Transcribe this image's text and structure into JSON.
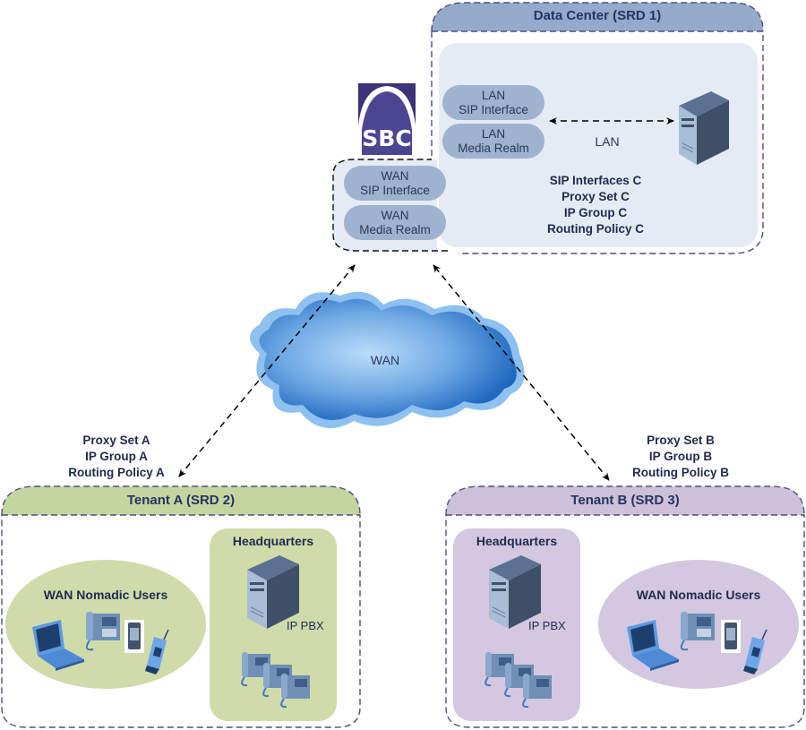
{
  "data_center": {
    "title": "Data Center (SRD 1)",
    "lan_sip_interface": [
      "LAN",
      "SIP Interface"
    ],
    "lan_media_realm": [
      "LAN",
      "Media Realm"
    ],
    "lan_link_label": "LAN",
    "config_labels": [
      "SIP Interfaces C",
      "Proxy Set C",
      "IP Group C",
      "Routing Policy C"
    ]
  },
  "sbc": {
    "logo_text": "SBC",
    "wan_sip_interface": [
      "WAN",
      "SIP Interface"
    ],
    "wan_media_realm": [
      "WAN",
      "Media Realm"
    ]
  },
  "wan_cloud": {
    "label": "WAN"
  },
  "tenant_a": {
    "title": "Tenant A (SRD 2)",
    "config_labels": [
      "Proxy Set A",
      "IP Group A",
      "Routing Policy A"
    ],
    "nomadic_title": "WAN Nomadic Users",
    "hq_title": "Headquarters",
    "pbx_label": "IP PBX"
  },
  "tenant_b": {
    "title": "Tenant B (SRD 3)",
    "config_labels": [
      "Proxy Set B",
      "IP Group B",
      "Routing Policy B"
    ],
    "nomadic_title": "WAN Nomadic Users",
    "hq_title": "Headquarters",
    "pbx_label": "IP PBX"
  },
  "colors": {
    "data_center_header": "#94aacb",
    "data_center_fill": "#e4ebf5",
    "pill": "#9fb3d0",
    "tenant_a_header": "#c5d59f",
    "tenant_a_fill": "#cfdcaa",
    "tenant_b_header": "#cdc1da",
    "tenant_b_fill": "#d3c8df",
    "sbc_logo": "#3b3478",
    "dashed_border": "#4f4f7f",
    "text": "#1f2a4f"
  }
}
